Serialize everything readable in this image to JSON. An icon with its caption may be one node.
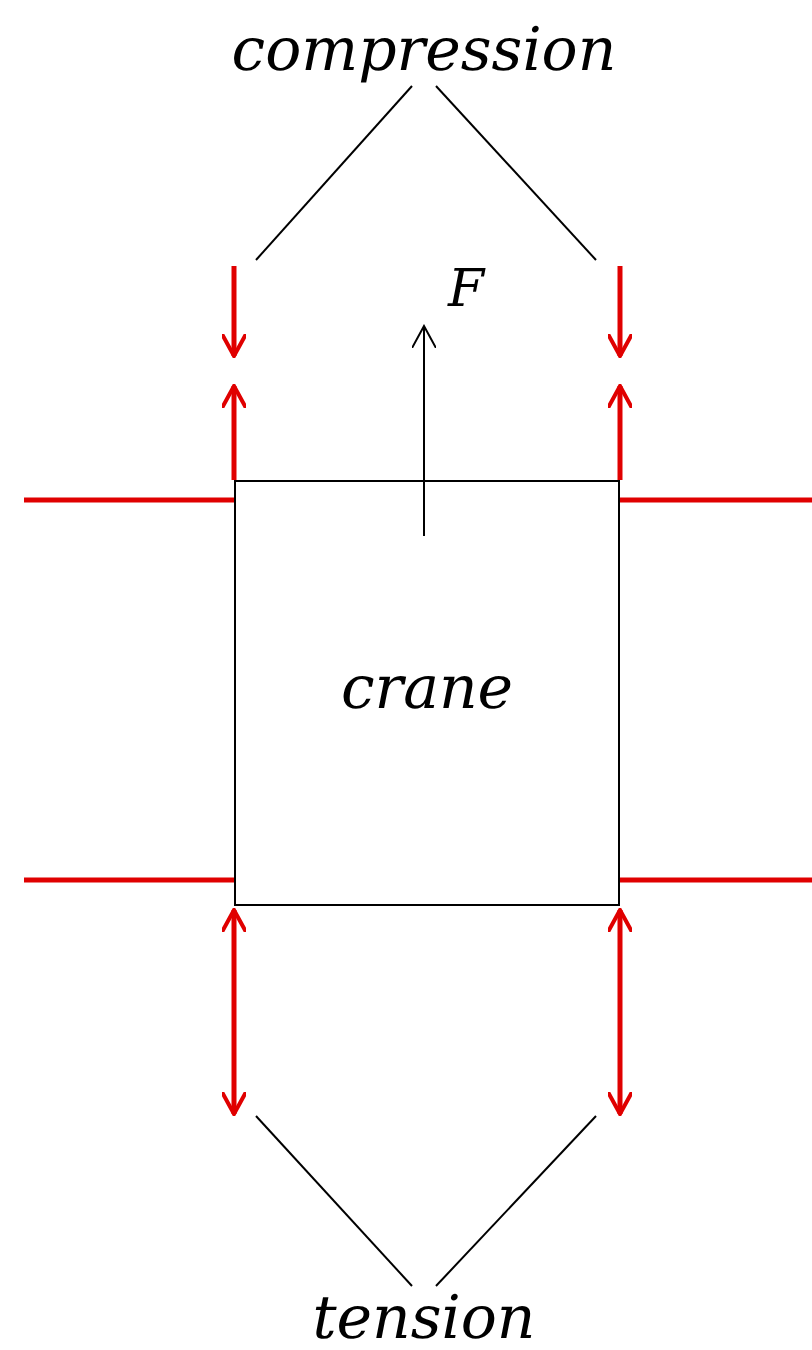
{
  "diagram": {
    "nodes": [
      {
        "text": [
          "compression"
        ]
      },
      {
        "text": [
          "crane"
        ]
      },
      {
        "text": [
          "tension"
        ]
      }
    ],
    "edges": [
      {
        "from": 0,
        "to": null,
        "arrow": "none"
      },
      {
        "from": 0,
        "to": null,
        "arrow": "none"
      },
      {
        "from": 2,
        "to": null,
        "arrow": "none"
      },
      {
        "from": 2,
        "to": null,
        "arrow": "none"
      }
    ],
    "labels": [
      "F"
    ]
  }
}
